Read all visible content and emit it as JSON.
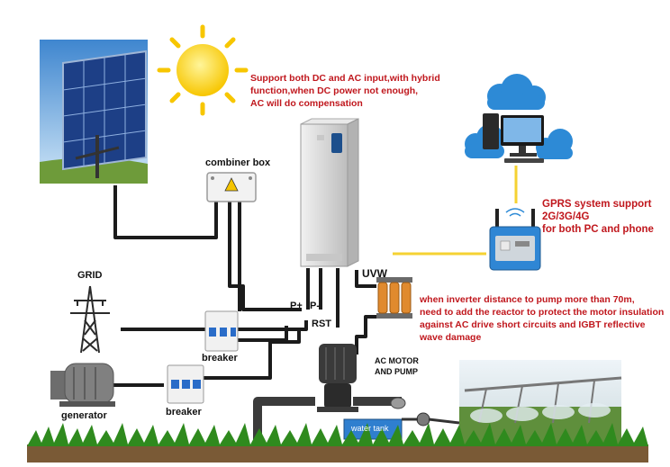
{
  "labels": {
    "combiner_box": "combiner box",
    "grid": "GRID",
    "generator": "generator",
    "breaker_1": "breaker",
    "breaker_2": "breaker",
    "uvw": "UVW",
    "p_plus": "P+",
    "p_minus": "P-",
    "rst": "RST",
    "ac_motor_line1": "AC MOTOR",
    "ac_motor_line2": "AND PUMP",
    "water_tank": "water tank"
  },
  "notes": {
    "hybrid": [
      "Support both DC and AC input,with hybrid",
      "function,when DC power not enough,",
      "AC will do compensation"
    ],
    "gprs": [
      "GPRS system support",
      "2G/3G/4G",
      "for both PC and phone"
    ],
    "reactor": [
      "when inverter distance to pump more than 70m,",
      "need to add the reactor to protect the motor insulation",
      "against AC drive short circuits and IGBT reflective",
      "wave damage"
    ]
  },
  "colors": {
    "note_red": "#c0171d",
    "cable": "#1b1b1b",
    "signal": "#f5d232",
    "grass": "#2f8a1e",
    "soil": "#7a5a36",
    "sky": "#6aa9df",
    "cloud": "#2d8ad6",
    "panel": "#1d3f86",
    "inverter": "#dcdcdc",
    "reactor_coil": "#e08a2e",
    "tank": "#2f7fcf"
  },
  "icons": [
    "sun-icon",
    "cloud-icon",
    "computer-icon",
    "transmission-tower-icon",
    "gprs-module-icon"
  ]
}
